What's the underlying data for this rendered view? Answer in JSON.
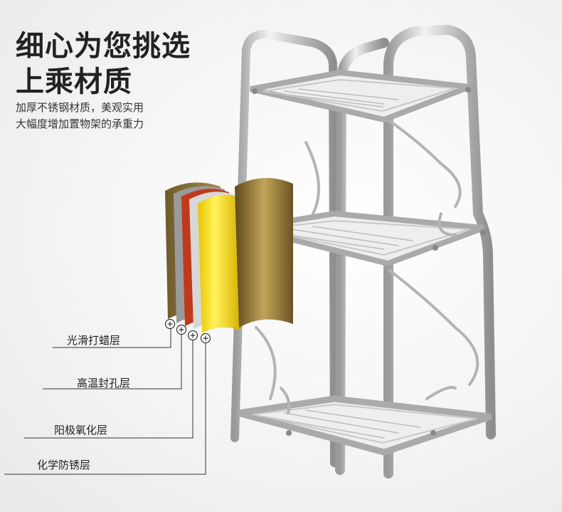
{
  "headline": {
    "line1": "细心为您挑选",
    "line2": "上乘材质"
  },
  "subtitle": {
    "line1": "加厚不锈钢材质，美观实用",
    "line2": "大幅度增加置物架的承重力"
  },
  "layers": [
    {
      "label": "光滑打蜡层"
    },
    {
      "label": "高温封孔层"
    },
    {
      "label": "阳极氧化层"
    },
    {
      "label": "化学防锈层"
    }
  ],
  "icons": {
    "layer_marker": "plus-circle-icon"
  },
  "colors": {
    "steel": "#c9c9c9",
    "gold": "#f2d400",
    "bronze": "#8c6f2e",
    "copper": "#c0391b"
  }
}
